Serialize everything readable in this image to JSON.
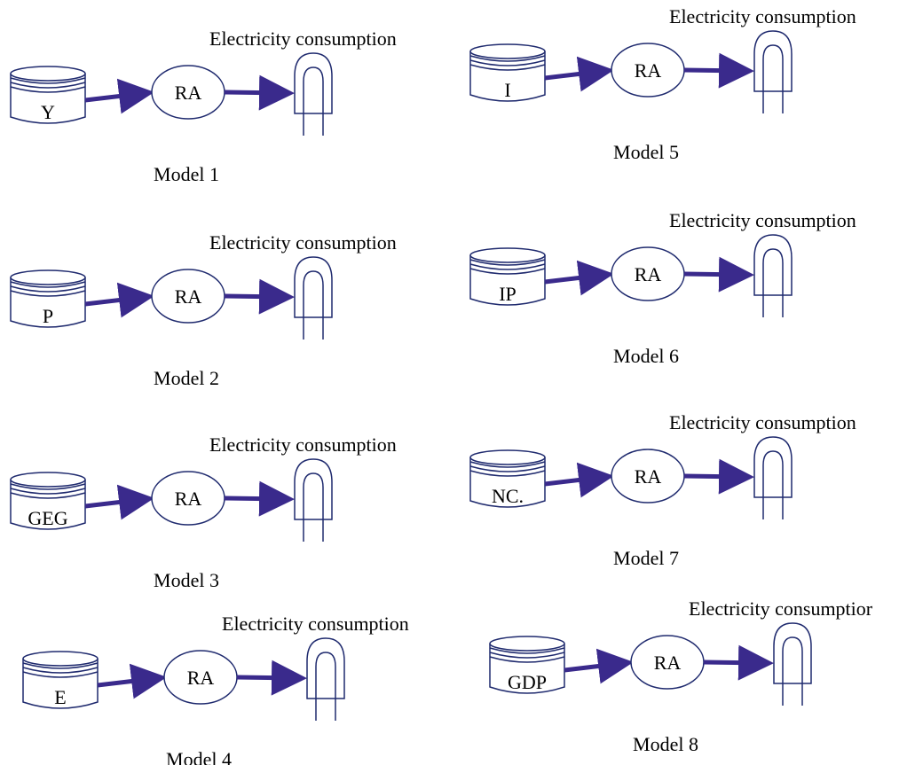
{
  "colors": {
    "arrow": "#3a2a8c",
    "stroke": "#1f2a6e",
    "text": "#000000",
    "background": "#ffffff"
  },
  "models": [
    {
      "input": "Y",
      "process": "RA",
      "output": "Electricity consumption",
      "caption": "Model 1"
    },
    {
      "input": "P",
      "process": "RA",
      "output": "Electricity consumption",
      "caption": "Model 2"
    },
    {
      "input": "GEG",
      "process": "RA",
      "output": "Electricity consumption",
      "caption": "Model 3"
    },
    {
      "input": "E",
      "process": "RA",
      "output": "Electricity consumption",
      "caption": "Model 4"
    },
    {
      "input": "I",
      "process": "RA",
      "output": "Electricity consumption",
      "caption": "Model 5"
    },
    {
      "input": "IP",
      "process": "RA",
      "output": "Electricity consumption",
      "caption": "Model 6"
    },
    {
      "input": "NC.",
      "process": "RA",
      "output": "Electricity consumption",
      "caption": "Model 7"
    },
    {
      "input": "GDP",
      "process": "RA",
      "output": "Electricity consumptior",
      "caption": "Model 8"
    }
  ]
}
